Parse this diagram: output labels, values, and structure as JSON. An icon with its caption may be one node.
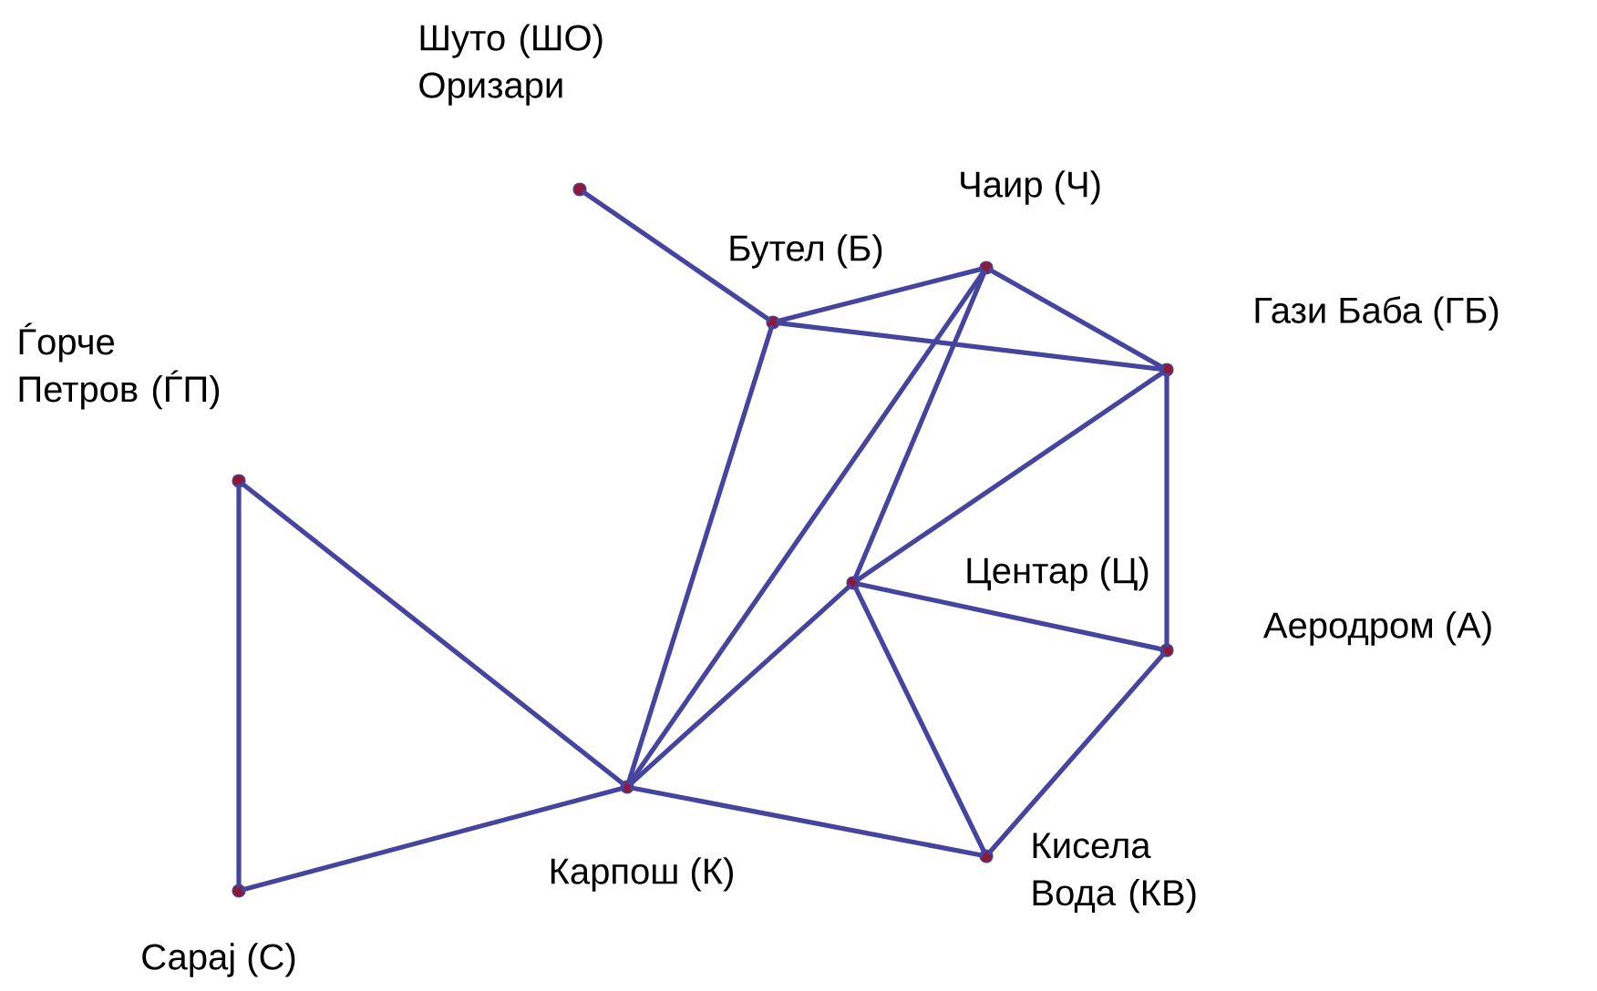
{
  "diagram": {
    "nodes": [
      {
        "text": [
          "Шуто (ШО) Оризари"
        ]
      },
      {
        "text": [
          "Чаир (Ч)"
        ]
      },
      {
        "text": [
          "Бутел (Б)"
        ]
      },
      {
        "text": [
          "Гази Баба (ГБ)"
        ]
      },
      {
        "text": [
          "Ѓорче Петров (ЃП)"
        ]
      },
      {
        "text": [
          "Центар (Ц)"
        ]
      },
      {
        "text": [
          "Аеродром (А)"
        ]
      },
      {
        "text": [
          "Карпош (К)"
        ]
      },
      {
        "text": [
          "Кисела Вода (КВ)"
        ]
      },
      {
        "text": [
          "Сарај (С)"
        ]
      }
    ],
    "edges": [
      {
        "from": 0,
        "to": 2,
        "arrow": "none"
      },
      {
        "from": 2,
        "to": 1,
        "arrow": "none"
      },
      {
        "from": 2,
        "to": 3,
        "arrow": "none"
      },
      {
        "from": 1,
        "to": 3,
        "arrow": "none"
      },
      {
        "from": 2,
        "to": 7,
        "arrow": "none"
      },
      {
        "from": 1,
        "to": 7,
        "arrow": "none"
      },
      {
        "from": 1,
        "to": 5,
        "arrow": "none"
      },
      {
        "from": 3,
        "to": 5,
        "arrow": "none"
      },
      {
        "from": 3,
        "to": 6,
        "arrow": "none"
      },
      {
        "from": 5,
        "to": 7,
        "arrow": "none"
      },
      {
        "from": 5,
        "to": 6,
        "arrow": "none"
      },
      {
        "from": 5,
        "to": 8,
        "arrow": "none"
      },
      {
        "from": 6,
        "to": 8,
        "arrow": "none"
      },
      {
        "from": 7,
        "to": 8,
        "arrow": "none"
      },
      {
        "from": 4,
        "to": 7,
        "arrow": "none"
      },
      {
        "from": 4,
        "to": 9,
        "arrow": "none"
      },
      {
        "from": 9,
        "to": 7,
        "arrow": "none"
      }
    ]
  }
}
